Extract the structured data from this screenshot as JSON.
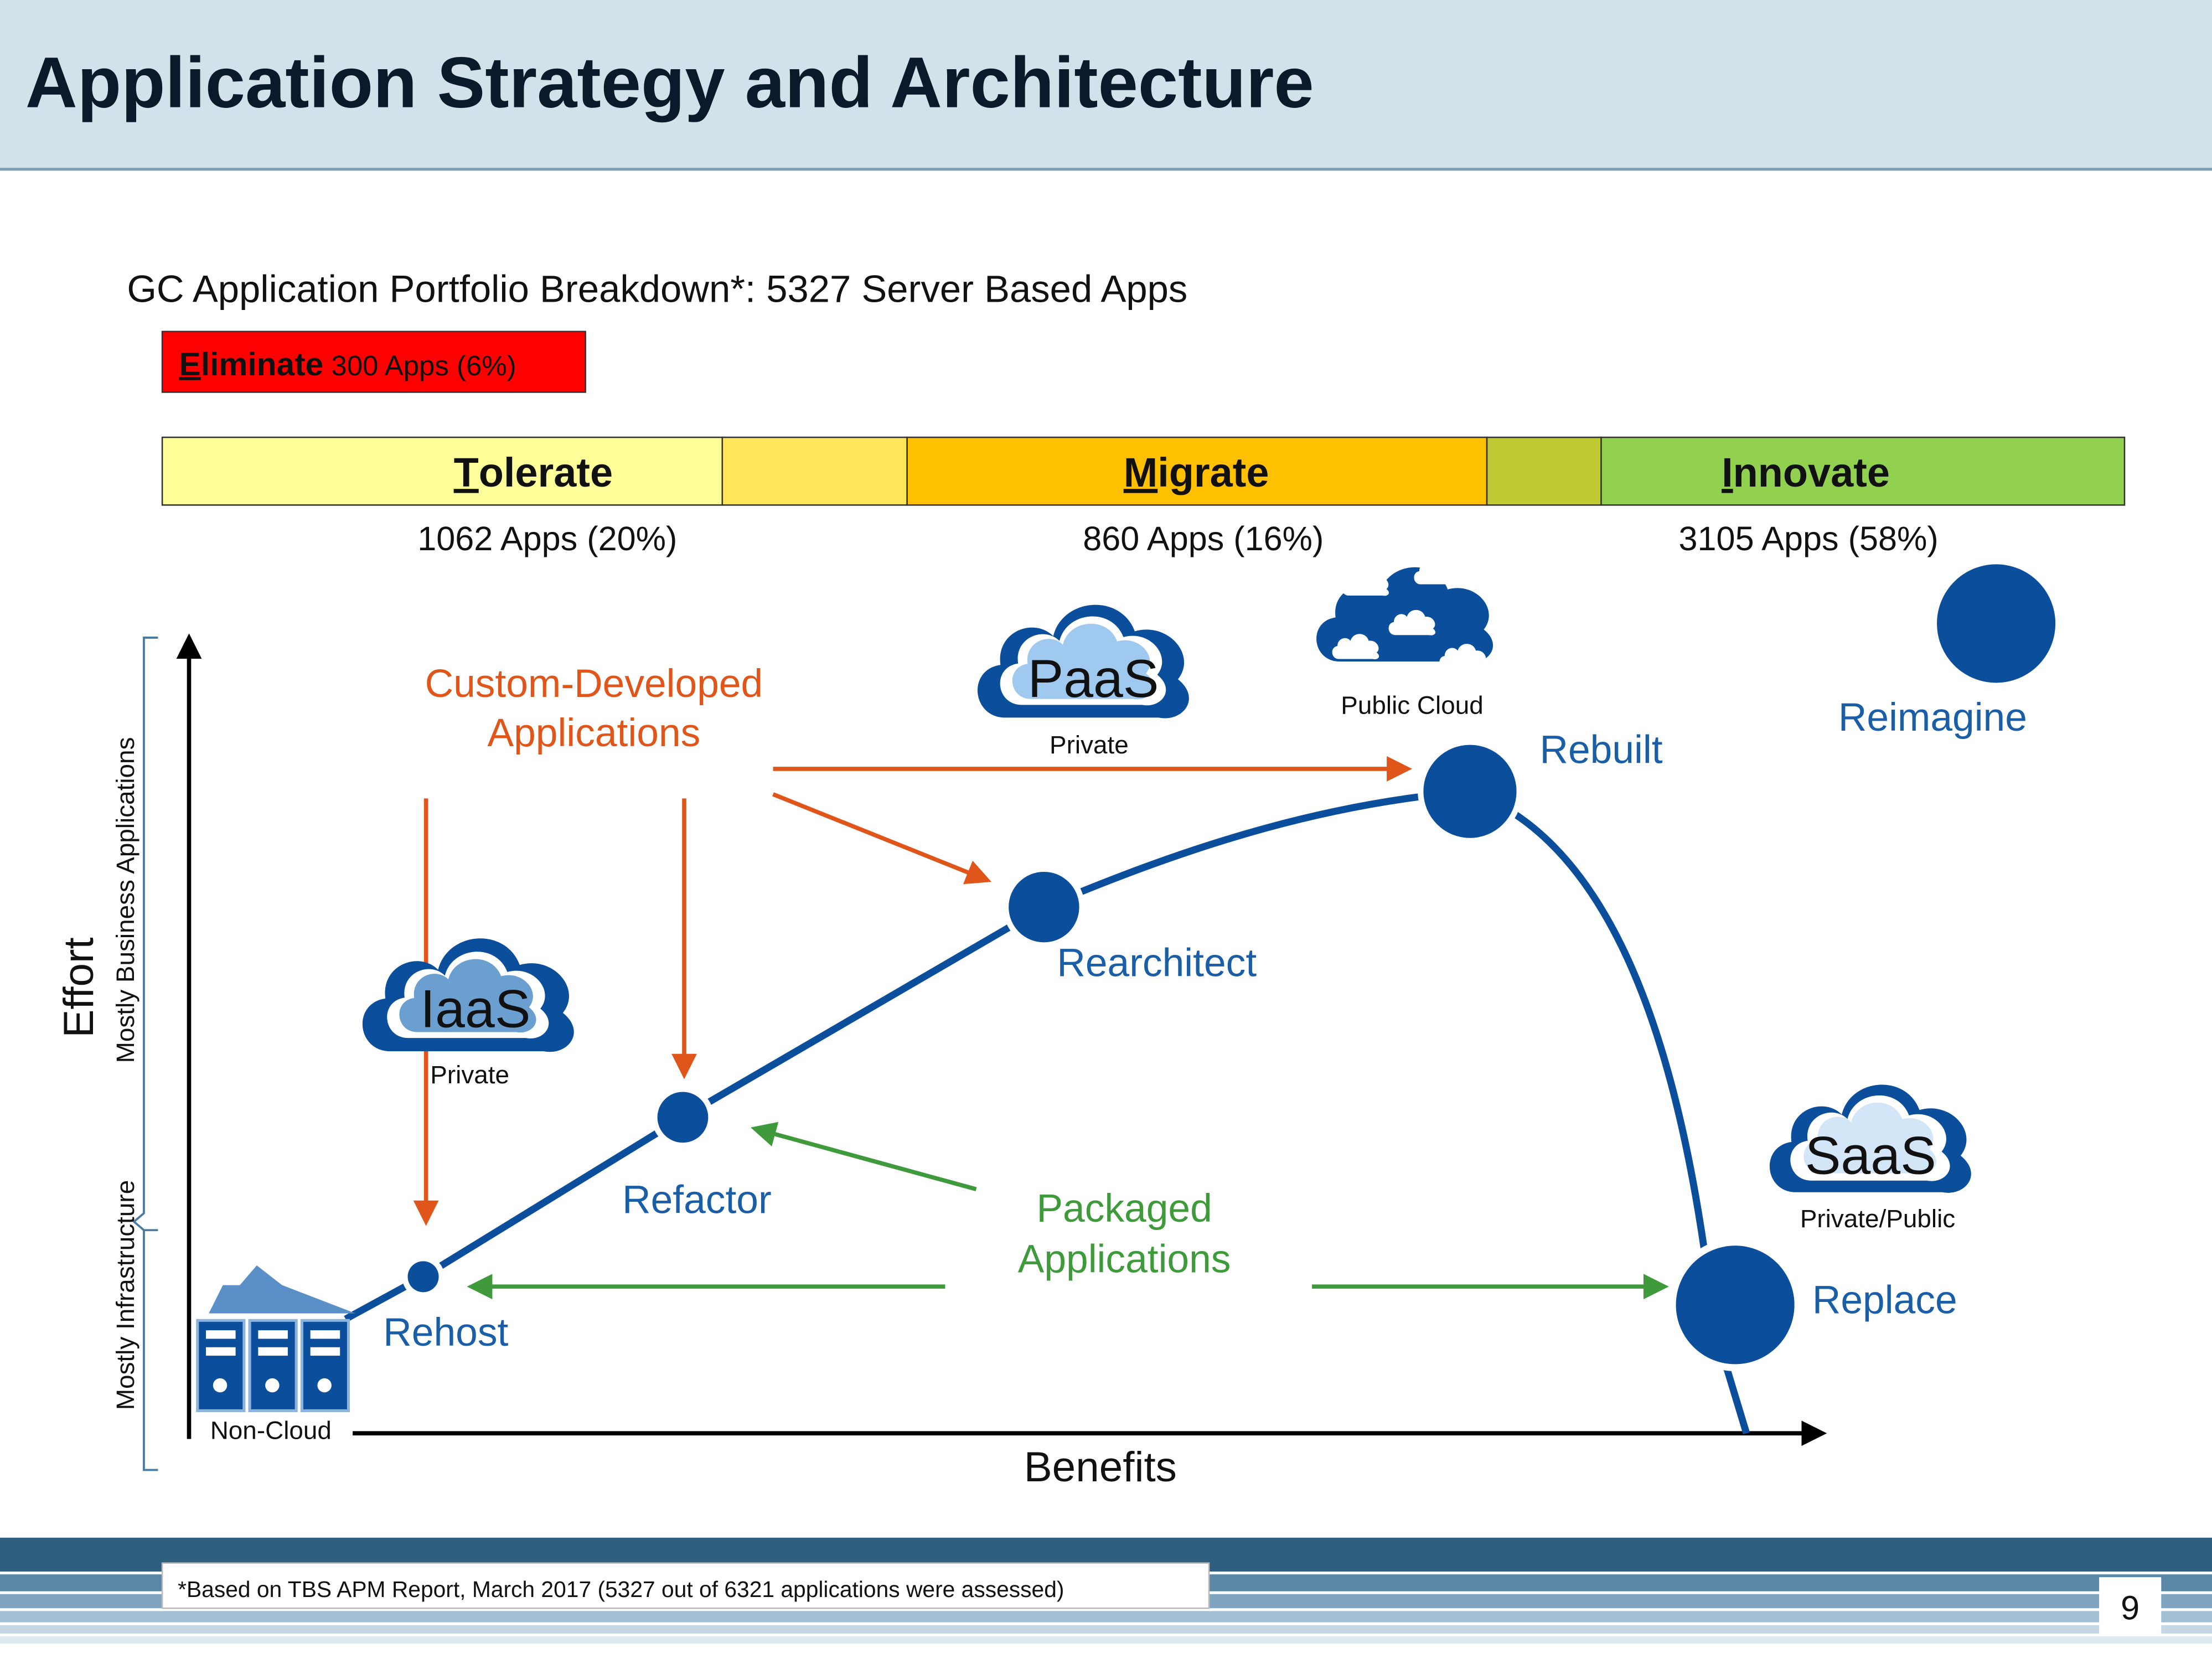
{
  "slide": {
    "title": "Application Strategy and Architecture",
    "subtitle": "GC Application Portfolio Breakdown*: 5327 Server Based Apps",
    "page_number": "9",
    "footnote": "*Based on TBS APM Report, March 2017  (5327 out of 6321 applications were assessed)"
  },
  "colors": {
    "header_bg": "#d3e1ea",
    "navy": "#0b4f9c",
    "orange": "#e0561a",
    "green": "#3f9a3c",
    "eliminate": "#ff0000",
    "tolerate": "#ffff99",
    "tolerate_mid": "#ffe55c",
    "migrate": "#ffc000",
    "migrate_mid": "#c0ca33",
    "innovate": "#92d050"
  },
  "portfolio": {
    "eliminate": {
      "initial": "E",
      "rest": "liminate",
      "count": " 300 Apps (6%)"
    },
    "tolerate": {
      "initial": "T",
      "rest": "olerate",
      "count": "1062 Apps (20%)"
    },
    "migrate": {
      "initial": "M",
      "rest": "igrate",
      "count": "860 Apps (16%)"
    },
    "innovate": {
      "initial": "I",
      "rest": "nnovate",
      "count": "3105 Apps (58%)"
    }
  },
  "axes": {
    "y_label": "Effort",
    "y_band_upper": "Mostly Business Applications",
    "y_band_lower": "Mostly Infrastructure",
    "x_label": "Benefits"
  },
  "groups": {
    "custom_line1": "Custom-Developed",
    "custom_line2": "Applications",
    "packaged_line1": "Packaged",
    "packaged_line2": "Applications"
  },
  "stages": {
    "rehost": "Rehost",
    "refactor": "Refactor",
    "rearchitect": "Rearchitect",
    "rebuilt": "Rebuilt",
    "replace": "Replace",
    "reimagine": "Reimagine"
  },
  "clouds": {
    "iaas": {
      "label": "IaaS",
      "caption": "Private"
    },
    "paas": {
      "label": "PaaS",
      "caption": "Private"
    },
    "saas": {
      "label": "SaaS",
      "caption": "Private/Public"
    },
    "public": {
      "caption": "Public Cloud"
    },
    "noncloud": {
      "caption": "Non-Cloud"
    }
  },
  "icons": {
    "cloud": "cloud-icon",
    "cloud_cluster": "cloud-cluster-icon",
    "server": "server-rack-icon",
    "house": "house-roof-icon"
  }
}
